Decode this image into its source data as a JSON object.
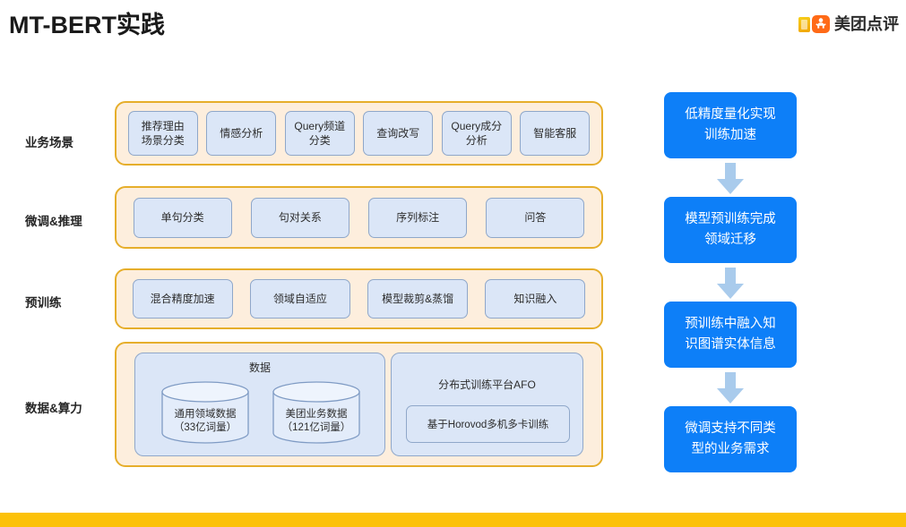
{
  "header": {
    "title": "MT-BERT实践",
    "logo": {
      "icon_a": "meituan-square-icon",
      "icon_b": "meituan-kangaroo-icon",
      "text": "美团点评"
    }
  },
  "colors": {
    "accent_blue": "#0d7ff8",
    "arrow_blue": "#a9cbec",
    "chip_fill": "#dbe6f7",
    "chip_border": "#8fa7c9",
    "band_fill": "#fdeedd",
    "band_border": "#e6ae2b",
    "bottom_bar": "#fcc108",
    "logo_orange": "#ff6a17"
  },
  "stack": {
    "rows": [
      {
        "id": "scenarios",
        "label": "业务场景",
        "chips": [
          "推荐理由\n场景分类",
          "情感分析",
          "Query频道\n分类",
          "查询改写",
          "Query成分\n分析",
          "智能客服"
        ]
      },
      {
        "id": "finetune",
        "label": "微调&推理",
        "chips": [
          "单句分类",
          "句对关系",
          "序列标注",
          "问答"
        ]
      },
      {
        "id": "pretrain",
        "label": "预训练",
        "chips": [
          "混合精度加速",
          "领域自适应",
          "模型裁剪&蒸馏",
          "知识融入"
        ]
      },
      {
        "id": "data",
        "label": "数据&算力",
        "data_panel": {
          "title": "数据",
          "cylinders": [
            "通用领域数据\n（33亿词量）",
            "美团业务数据\n（121亿词量）"
          ]
        },
        "afo_panel": {
          "title": "分布式训练平台AFO",
          "inner": "基于Horovod多机多卡训练"
        }
      }
    ]
  },
  "flow": {
    "boxes": [
      "低精度量化实现\n训练加速",
      "模型预训练完成\n领域迁移",
      "预训练中融入知\n识图谱实体信息",
      "微调支持不同类\n型的业务需求"
    ],
    "arrow_icon": "arrow-down-icon"
  }
}
